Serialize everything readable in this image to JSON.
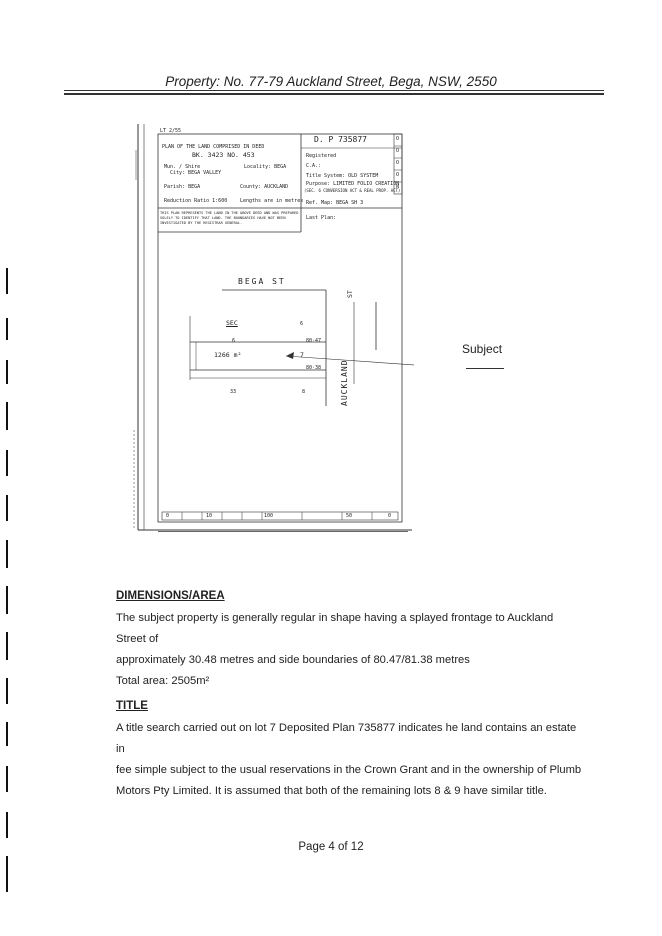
{
  "header": {
    "property_line": "Property:  No. 77-79 Auckland Street, Bega, NSW, 2550"
  },
  "plan": {
    "form_code": "LT 2/55",
    "title": "PLAN OF THE LAND COMPRISED IN DEED",
    "book": "BK. 3423   NO. 453",
    "mun_shire_label": "Mun. / Shire",
    "city": "City: BEGA VALLEY",
    "locality": "Locality: BEGA",
    "parish": "Parish: BEGA",
    "county": "County: AUCKLAND",
    "reduction_ratio": "Reduction Ratio  1:600",
    "lengths_note": "Lengths are in metres",
    "note_lines": [
      "THIS PLAN REPRESENTS THE LAND IN THE ABOVE DEED AND WAS PREPARED",
      "SOLELY TO IDENTIFY THAT LAND. THE BOUNDARIES HAVE NOT BEEN",
      "INVESTIGATED BY THE REGISTRAR GENERAL."
    ],
    "dp_number": "D. P  735877",
    "registered": "Registered",
    "ca": "C.A.:",
    "title_system": "Title System:   OLD SYSTEM",
    "purpose": "Purpose: LIMITED FOLIO CREATION",
    "purpose_note": "(SEC. 6 CONVERSION ACT & REAL PROP. ACT)",
    "ref_map": "Ref. Map: BEGA SH 3",
    "last_plan": "Last Plan:",
    "side_letters": [
      "O",
      "O",
      "O",
      "O",
      "N"
    ],
    "street_bega": "BEGA        ST",
    "street_auckland": "AUCKLAND",
    "street_st": "ST",
    "sec_label": "SEC",
    "sec_number": "6",
    "lot_upper_dim": "80·47",
    "lot_lower_dim": "80·38",
    "lot_area": "1266 m²",
    "lot_number": "7",
    "lot_33": "33",
    "lot_8": "8",
    "lot_6_small": "6",
    "scale_bar_labels": [
      "0",
      "10",
      "100",
      "50",
      "0"
    ]
  },
  "subject_label": "Subject",
  "sections": [
    {
      "heading": "DIMENSIONS/AREA",
      "lines": [
        "The subject property is generally regular in shape having a splayed frontage to Auckland Street of",
        "approximately 30.48 metres and side boundaries of 80.47/81.38 metres",
        "Total area: 2505m²"
      ]
    },
    {
      "heading": "TITLE",
      "lines": [
        "A title search carried out on lot 7 Deposited Plan 735877 indicates he land contains an estate in",
        "fee simple subject to the usual reservations in the Crown Grant and in the ownership of Plumb",
        "Motors Pty Limited. It is assumed that both of the remaining lots 8 & 9 have similar title."
      ]
    }
  ],
  "footer": {
    "page": "Page 4 of 12"
  }
}
